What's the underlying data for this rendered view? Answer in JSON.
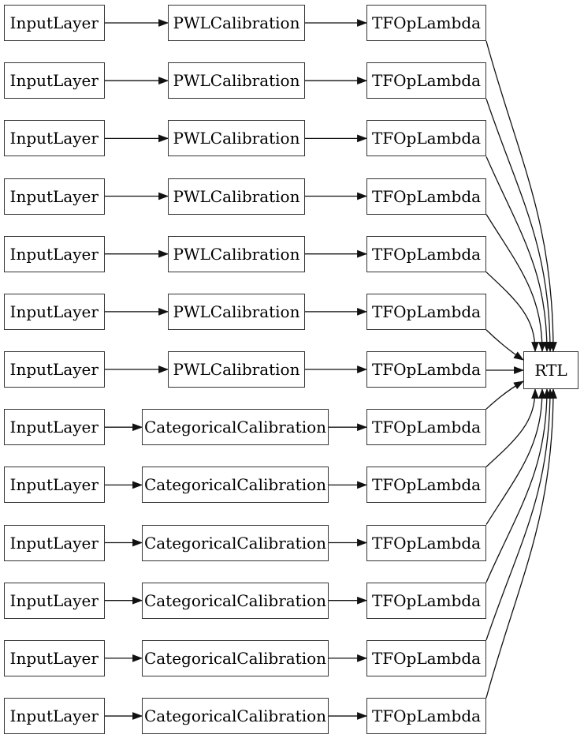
{
  "diagram": {
    "colors": {
      "background": "#ffffff",
      "node_fill": "#ffffff",
      "node_border": "#343434",
      "edge": "#111111",
      "text": "#000000"
    },
    "rows": [
      {
        "input": "InputLayer",
        "calibration": "PWLCalibration",
        "calibration_type": "pwl",
        "op": "TFOpLambda"
      },
      {
        "input": "InputLayer",
        "calibration": "PWLCalibration",
        "calibration_type": "pwl",
        "op": "TFOpLambda"
      },
      {
        "input": "InputLayer",
        "calibration": "PWLCalibration",
        "calibration_type": "pwl",
        "op": "TFOpLambda"
      },
      {
        "input": "InputLayer",
        "calibration": "PWLCalibration",
        "calibration_type": "pwl",
        "op": "TFOpLambda"
      },
      {
        "input": "InputLayer",
        "calibration": "PWLCalibration",
        "calibration_type": "pwl",
        "op": "TFOpLambda"
      },
      {
        "input": "InputLayer",
        "calibration": "PWLCalibration",
        "calibration_type": "pwl",
        "op": "TFOpLambda"
      },
      {
        "input": "InputLayer",
        "calibration": "PWLCalibration",
        "calibration_type": "pwl",
        "op": "TFOpLambda"
      },
      {
        "input": "InputLayer",
        "calibration": "CategoricalCalibration",
        "calibration_type": "categorical",
        "op": "TFOpLambda"
      },
      {
        "input": "InputLayer",
        "calibration": "CategoricalCalibration",
        "calibration_type": "categorical",
        "op": "TFOpLambda"
      },
      {
        "input": "InputLayer",
        "calibration": "CategoricalCalibration",
        "calibration_type": "categorical",
        "op": "TFOpLambda"
      },
      {
        "input": "InputLayer",
        "calibration": "CategoricalCalibration",
        "calibration_type": "categorical",
        "op": "TFOpLambda"
      },
      {
        "input": "InputLayer",
        "calibration": "CategoricalCalibration",
        "calibration_type": "categorical",
        "op": "TFOpLambda"
      },
      {
        "input": "InputLayer",
        "calibration": "CategoricalCalibration",
        "calibration_type": "categorical",
        "op": "TFOpLambda"
      }
    ],
    "output": {
      "label": "RTL"
    }
  }
}
